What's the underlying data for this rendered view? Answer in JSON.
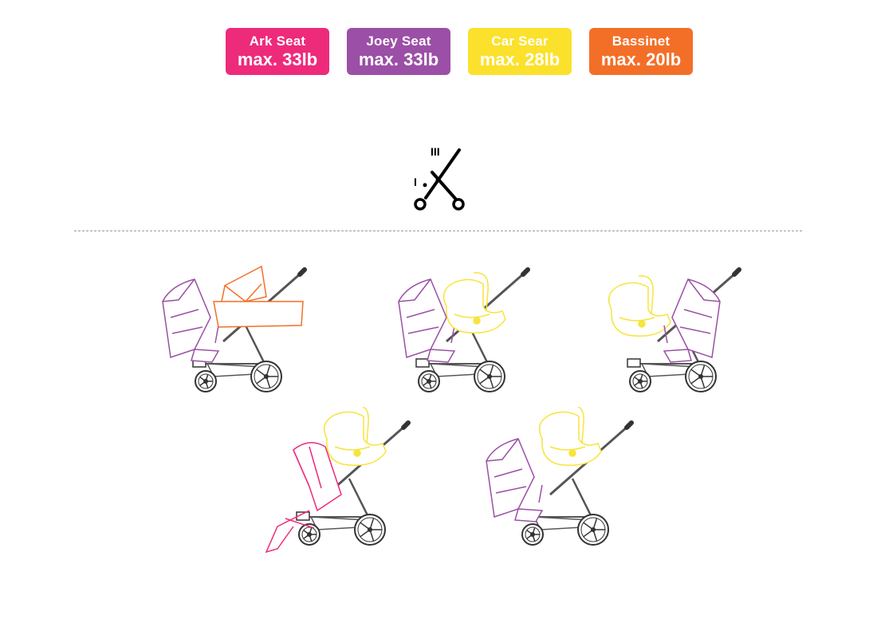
{
  "badges": [
    {
      "name": "Ark Seat",
      "max": "max. 33lb",
      "color": "#ee2a7b"
    },
    {
      "name": "Joey Seat",
      "max": "max. 33lb",
      "color": "#9b4fa6"
    },
    {
      "name": "Car Sear",
      "max": "max. 28lb",
      "color": "#fbe12c"
    },
    {
      "name": "Bassinet",
      "max": "max. 20lb",
      "color": "#f36f27"
    }
  ],
  "fold": {
    "label_lower": "I",
    "label_upper": "III"
  },
  "colors": {
    "frame": "#555555",
    "ark": "#ee2a7b",
    "joey": "#9b4fa6",
    "car_seat": "#f7e43c",
    "bassinet": "#f36f27"
  },
  "configurations": [
    {
      "front": "joey-seat",
      "rear": "bassinet"
    },
    {
      "front": "joey-seat",
      "rear": "car-seat"
    },
    {
      "front": "car-seat",
      "rear": "joey-seat"
    },
    {
      "front": "ark-seat",
      "rear": "car-seat"
    },
    {
      "front": "joey-seat",
      "rear": "car-seat"
    }
  ]
}
